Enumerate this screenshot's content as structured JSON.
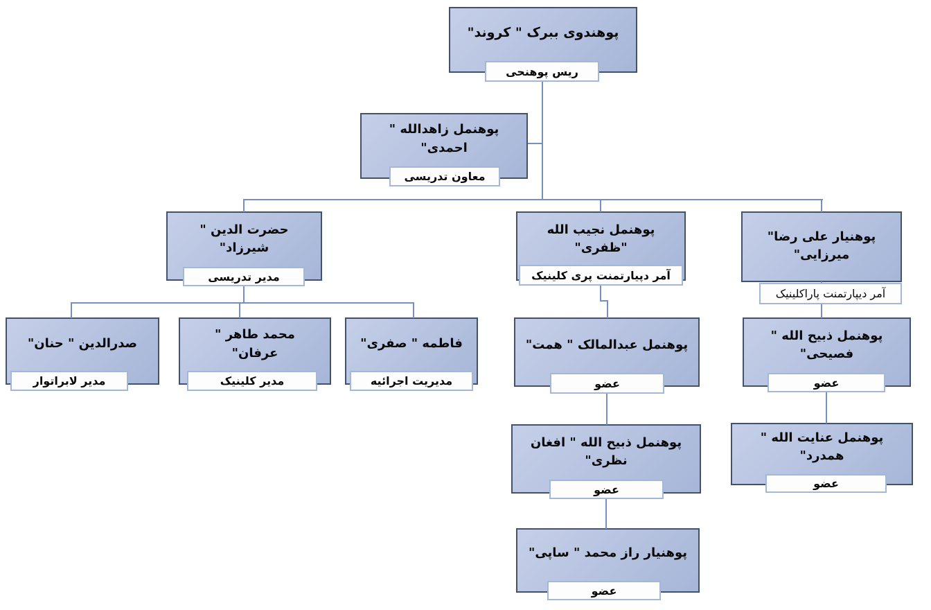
{
  "title": "Faculty organizational chart",
  "colors": {
    "box_fill_top": "#c5cfe8",
    "box_fill_bottom": "#a7b6d8",
    "box_border": "#44516b",
    "badge_border": "#a3b8d9",
    "line": "#7590be"
  },
  "nodes": {
    "root": {
      "name": "پوهندوی ببرک \" کروند\"",
      "role": "ریس پوهنحی"
    },
    "deputy": {
      "name": "پوهنمل زاهدالله \" احمدی\"",
      "role": "معاون تدریسی"
    },
    "shirzad": {
      "name": "حضرت الدین \" شیرزاد\"",
      "role": "مدیر تدریسی"
    },
    "zafari": {
      "name": "پوهنمل نجیب الله \"ظفری\"",
      "role": "آمر دپیارتمنت پری کلینیک"
    },
    "mirzaei": {
      "name": "پوهنیار علی رضا\" میرزایی\"",
      "role": "آمر دیپارتمنت پاراکلینیک"
    },
    "hanan": {
      "name": "صدرالدین \" حنان\"",
      "role": "مدیر لابراتوار"
    },
    "irfan": {
      "name": "محمد طاهر \" عرفان\"",
      "role": "مدیر کلینیک"
    },
    "safari": {
      "name": "فاطمه \" صفری\"",
      "role": "مدیریت اجرائیه"
    },
    "himmat": {
      "name": "پوهنمل عبدالمالک \" همت\"",
      "role": "عضو"
    },
    "afghan_nazari": {
      "name": "پوهنمل ذبیح الله \" افغان نظری\"",
      "role": "عضو"
    },
    "sapai": {
      "name": "پوهنیار راز محمد \" ساپی\"",
      "role": "عضو"
    },
    "fasihi": {
      "name": "پوهنمل ذبیح الله \" فصیحی\"",
      "role": "عضو"
    },
    "hamdard": {
      "name": "پوهنمل عنایت الله \" همدرد\"",
      "role": "عضو"
    }
  }
}
